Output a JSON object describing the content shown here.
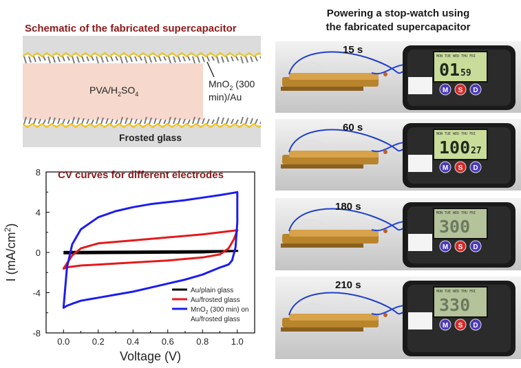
{
  "schematic": {
    "title": "Schematic of the fabricated supercapacitor",
    "electrolyte": "PVA/H",
    "electrolyte_sub": "2",
    "electrolyte_rest": "SO",
    "electrolyte_sub2": "4",
    "electrode_line1": "MnO",
    "electrode_sub": "2",
    "electrode_line1b": " (300",
    "electrode_line2": "min)/Au",
    "substrate": "Frosted glass",
    "colors": {
      "electrolyte": "#f6d8cc",
      "glass": "#dcdcdc",
      "au": "#f0c419",
      "mno2": "#7a7a7a"
    }
  },
  "photos": {
    "title_line1": "Powering a stop-watch using",
    "title_line2": "the fabricated supercapacitor",
    "panels": [
      {
        "time": "15 s",
        "lcd": "0159",
        "lcd_main": "01",
        "lcd_small": "59",
        "display_style": "bright"
      },
      {
        "time": "60 s",
        "lcd": "10027",
        "lcd_main": "100",
        "lcd_small": "27",
        "display_style": "bright"
      },
      {
        "time": "180 s",
        "lcd": "300",
        "lcd_main": "300",
        "lcd_small": "",
        "display_style": "faint"
      },
      {
        "time": "210 s",
        "lcd": "330",
        "lcd_main": "330",
        "lcd_small": "",
        "display_style": "faint"
      }
    ],
    "buttons": [
      "M",
      "S",
      "D"
    ],
    "lcd_header": "MON TUE WED THU FRI"
  },
  "chart_data": {
    "type": "line",
    "title": "CV curves for different electrodes",
    "xlabel": "Voltage (V)",
    "ylabel": "I (mA/cm",
    "ylabel_sup": "2",
    "ylabel_end": ")",
    "xlim": [
      -0.1,
      1.1
    ],
    "ylim": [
      -8,
      8
    ],
    "xticks": [
      0.0,
      0.2,
      0.4,
      0.6,
      0.8,
      1.0
    ],
    "xtick_labels": [
      "0.0",
      "0.2",
      "0.4",
      "0.6",
      "0.8",
      "1.0"
    ],
    "yticks": [
      -8,
      -4,
      0,
      4,
      8
    ],
    "ytick_labels": [
      "-8",
      "-4",
      "0",
      "4",
      "8"
    ],
    "grid": false,
    "legend_position": "bottom-right",
    "series": [
      {
        "name": "Au/plain glass",
        "color": "#000000",
        "x": [
          0.0,
          0.2,
          0.4,
          0.6,
          0.8,
          1.0,
          0.8,
          0.6,
          0.4,
          0.2,
          0.0
        ],
        "y": [
          0.05,
          0.07,
          0.09,
          0.11,
          0.13,
          0.15,
          0.0,
          -0.03,
          -0.05,
          -0.07,
          -0.09
        ]
      },
      {
        "name": "Au/frosted glass",
        "color": "#e31a1c",
        "x": [
          0.0,
          0.05,
          0.1,
          0.2,
          0.4,
          0.6,
          0.8,
          0.9,
          0.97,
          1.0,
          0.98,
          0.95,
          0.9,
          0.8,
          0.6,
          0.4,
          0.2,
          0.1,
          0.03,
          0.0
        ],
        "y": [
          -1.6,
          -0.3,
          0.4,
          0.9,
          1.2,
          1.5,
          1.8,
          2.0,
          2.15,
          2.2,
          1.3,
          0.4,
          -0.2,
          -0.5,
          -0.8,
          -1.0,
          -1.2,
          -1.3,
          -1.45,
          -1.6
        ]
      },
      {
        "name": "MnO₂ (300 min) on Au/frosted glass",
        "name_line1": "MnO",
        "name_sub": "2",
        "name_line1b": " (300 min) on",
        "name_line2": "Au/frosted glass",
        "color": "#1c1cf0",
        "x": [
          0.0,
          0.02,
          0.05,
          0.1,
          0.2,
          0.3,
          0.4,
          0.5,
          0.6,
          0.7,
          0.8,
          0.9,
          0.97,
          1.0,
          1.0,
          0.99,
          0.97,
          0.95,
          0.9,
          0.8,
          0.7,
          0.6,
          0.5,
          0.4,
          0.3,
          0.2,
          0.1,
          0.05,
          0.02,
          0.0
        ],
        "y": [
          -5.5,
          -1.5,
          0.8,
          2.3,
          3.5,
          4.1,
          4.5,
          4.8,
          5.0,
          5.2,
          5.45,
          5.7,
          5.9,
          6.0,
          3.0,
          0.5,
          -0.8,
          -1.2,
          -1.5,
          -2.2,
          -2.7,
          -3.1,
          -3.5,
          -3.9,
          -4.2,
          -4.5,
          -4.8,
          -5.1,
          -5.3,
          -5.5
        ]
      }
    ]
  }
}
